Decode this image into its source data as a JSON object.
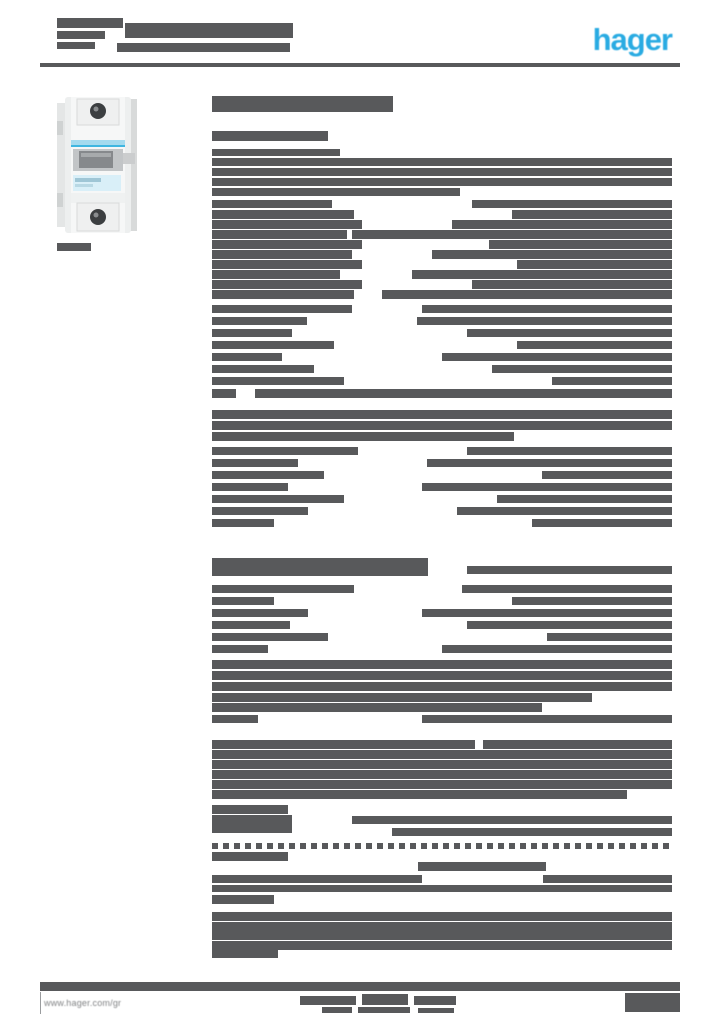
{
  "page": {
    "background_color": "#ffffff",
    "text_ink_color": "#58595B",
    "accent_color": "#29ABE2",
    "description": "Hager product datasheet page; body text rendered as illegible gray bars"
  },
  "header": {
    "logo_text": "hager"
  },
  "footer": {
    "website": "www.hager.com/gr"
  },
  "product_photo": {
    "subject": "single-pole miniature circuit breaker, light gray body, cyan band, gray toggle"
  },
  "redacted_text_bars": [
    [
      57,
      18,
      66,
      10
    ],
    [
      57,
      31,
      48,
      8
    ],
    [
      57,
      42,
      38,
      7
    ],
    [
      125,
      23,
      168,
      15
    ],
    [
      117,
      43,
      173,
      9
    ],
    [
      40,
      63,
      640,
      4,
      "rule"
    ],
    [
      57,
      243,
      34,
      8
    ],
    [
      212,
      96,
      181,
      16
    ],
    [
      212,
      131,
      116,
      10
    ],
    [
      212,
      149,
      128,
      7
    ],
    [
      212,
      158,
      460,
      8
    ],
    [
      212,
      168,
      460,
      8
    ],
    [
      212,
      178,
      460,
      8
    ],
    [
      212,
      188,
      248,
      8
    ],
    [
      212,
      200,
      120,
      8
    ],
    [
      472,
      200,
      200,
      8
    ],
    [
      212,
      210,
      142,
      9
    ],
    [
      512,
      210,
      160,
      9
    ],
    [
      212,
      220,
      150,
      9
    ],
    [
      452,
      220,
      220,
      9
    ],
    [
      212,
      230,
      135,
      9
    ],
    [
      352,
      230,
      320,
      9
    ],
    [
      212,
      240,
      150,
      9
    ],
    [
      489,
      240,
      183,
      9
    ],
    [
      212,
      250,
      140,
      9
    ],
    [
      432,
      250,
      240,
      9
    ],
    [
      212,
      260,
      150,
      9
    ],
    [
      517,
      260,
      155,
      9
    ],
    [
      212,
      270,
      128,
      9
    ],
    [
      412,
      270,
      260,
      9
    ],
    [
      212,
      280,
      150,
      9
    ],
    [
      472,
      280,
      200,
      9
    ],
    [
      212,
      290,
      142,
      9
    ],
    [
      382,
      290,
      290,
      9
    ],
    [
      212,
      305,
      140,
      8
    ],
    [
      422,
      305,
      250,
      8
    ],
    [
      212,
      317,
      95,
      8
    ],
    [
      417,
      317,
      255,
      8
    ],
    [
      212,
      329,
      80,
      8
    ],
    [
      467,
      329,
      205,
      8
    ],
    [
      212,
      341,
      122,
      8
    ],
    [
      517,
      341,
      155,
      8
    ],
    [
      212,
      353,
      70,
      8
    ],
    [
      442,
      353,
      230,
      8
    ],
    [
      212,
      365,
      102,
      8
    ],
    [
      492,
      365,
      180,
      8
    ],
    [
      212,
      377,
      132,
      8
    ],
    [
      552,
      377,
      120,
      8
    ],
    [
      212,
      389,
      24,
      9
    ],
    [
      255,
      389,
      417,
      9
    ],
    [
      212,
      410,
      460,
      9
    ],
    [
      212,
      421,
      460,
      9
    ],
    [
      212,
      432,
      302,
      9
    ],
    [
      212,
      447,
      146,
      8
    ],
    [
      467,
      447,
      205,
      8
    ],
    [
      212,
      459,
      86,
      8
    ],
    [
      427,
      459,
      245,
      8
    ],
    [
      212,
      471,
      112,
      8
    ],
    [
      542,
      471,
      130,
      8
    ],
    [
      212,
      483,
      76,
      8
    ],
    [
      422,
      483,
      250,
      8
    ],
    [
      212,
      495,
      132,
      8
    ],
    [
      497,
      495,
      175,
      8
    ],
    [
      212,
      507,
      96,
      8
    ],
    [
      457,
      507,
      215,
      8
    ],
    [
      212,
      519,
      62,
      8
    ],
    [
      532,
      519,
      140,
      8
    ],
    [
      212,
      558,
      216,
      18
    ],
    [
      467,
      566,
      205,
      8
    ],
    [
      212,
      585,
      142,
      8
    ],
    [
      462,
      585,
      210,
      8
    ],
    [
      212,
      597,
      62,
      8
    ],
    [
      512,
      597,
      160,
      8
    ],
    [
      212,
      609,
      96,
      8
    ],
    [
      422,
      609,
      250,
      8
    ],
    [
      212,
      621,
      78,
      8
    ],
    [
      467,
      621,
      205,
      8
    ],
    [
      212,
      633,
      116,
      8
    ],
    [
      547,
      633,
      125,
      8
    ],
    [
      212,
      645,
      56,
      8
    ],
    [
      442,
      645,
      230,
      8
    ],
    [
      212,
      660,
      460,
      9
    ],
    [
      212,
      671,
      460,
      9
    ],
    [
      212,
      682,
      460,
      9
    ],
    [
      212,
      693,
      380,
      9
    ],
    [
      212,
      703,
      330,
      9
    ],
    [
      212,
      715,
      46,
      8
    ],
    [
      422,
      715,
      250,
      8
    ],
    [
      212,
      740,
      263,
      9
    ],
    [
      483,
      740,
      189,
      9
    ],
    [
      212,
      750,
      460,
      9
    ],
    [
      212,
      760,
      460,
      9
    ],
    [
      212,
      770,
      460,
      9
    ],
    [
      212,
      780,
      460,
      9
    ],
    [
      212,
      790,
      415,
      9
    ],
    [
      212,
      805,
      76,
      9
    ],
    [
      212,
      815,
      80,
      18
    ],
    [
      352,
      816,
      320,
      8
    ],
    [
      392,
      828,
      280,
      8
    ],
    [
      212,
      843,
      460,
      6,
      "dashed"
    ],
    [
      212,
      852,
      76,
      9
    ],
    [
      418,
      862,
      128,
      9
    ],
    [
      212,
      875,
      210,
      8
    ],
    [
      543,
      875,
      129,
      8
    ],
    [
      212,
      885,
      460,
      7
    ],
    [
      212,
      895,
      62,
      9
    ],
    [
      212,
      912,
      460,
      9
    ],
    [
      212,
      922,
      460,
      9
    ],
    [
      212,
      931,
      460,
      9
    ],
    [
      212,
      941,
      460,
      9
    ],
    [
      212,
      950,
      66,
      8
    ],
    [
      40,
      982,
      640,
      9,
      "rule"
    ],
    [
      625,
      993,
      55,
      19
    ],
    [
      300,
      996,
      56,
      9
    ],
    [
      362,
      994,
      46,
      11
    ],
    [
      414,
      996,
      42,
      9
    ],
    [
      322,
      1007,
      30,
      6
    ],
    [
      358,
      1007,
      52,
      6
    ],
    [
      418,
      1008,
      36,
      5
    ]
  ]
}
